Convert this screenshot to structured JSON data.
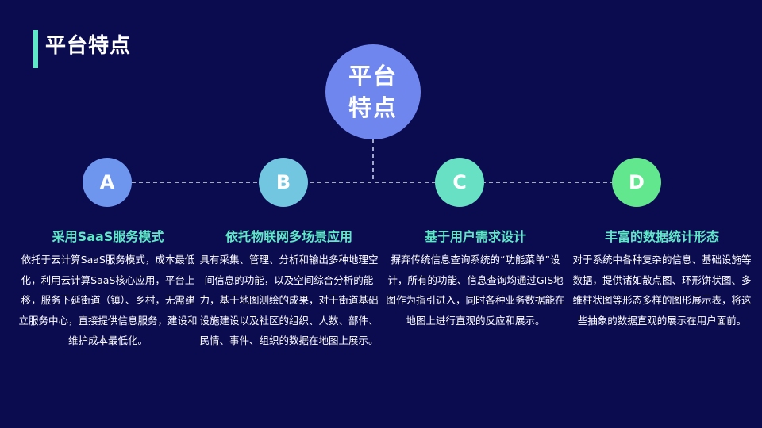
{
  "slide": {
    "title": "平台特点",
    "center_label": "平台特点",
    "colors": {
      "background": "#0b0b50",
      "accent": "#5ee8c7",
      "center": "#6f86ee",
      "node_a": "#6e96ef",
      "node_b": "#72c6e0",
      "node_c": "#68e0c4",
      "node_d": "#62e68e"
    }
  },
  "features": [
    {
      "letter": "A",
      "title": "采用SaaS服务模式",
      "text": "依托于云计算SaaS服务模式，成本最低化，利用云计算SaaS核心应用，平台上移，服务下延街道（镇）、乡村，无需建立服务中心，直接提供信息服务，建设和维护成本最低化。"
    },
    {
      "letter": "B",
      "title": "依托物联网多场景应用",
      "text": "具有采集、管理、分析和输出多种地理空间信息的功能，以及空间综合分析的能力，基于地图测绘的成果，对于街道基础设施建设以及社区的组织、人数、部件、民情、事件、组织的数据在地图上展示。"
    },
    {
      "letter": "C",
      "title": "基于用户需求设计",
      "text": "摒弃传统信息查询系统的“功能菜单”设计，所有的功能、信息查询均通过GIS地图作为指引进入，同时各种业务数据能在地图上进行直观的反应和展示。"
    },
    {
      "letter": "D",
      "title": "丰富的数据统计形态",
      "text": "对于系统中各种复杂的信息、基础设施等数据，提供诸如散点图、环形饼状图、多维柱状图等形态多样的图形展示表，将这些抽象的数据直观的展示在用户面前。"
    }
  ]
}
